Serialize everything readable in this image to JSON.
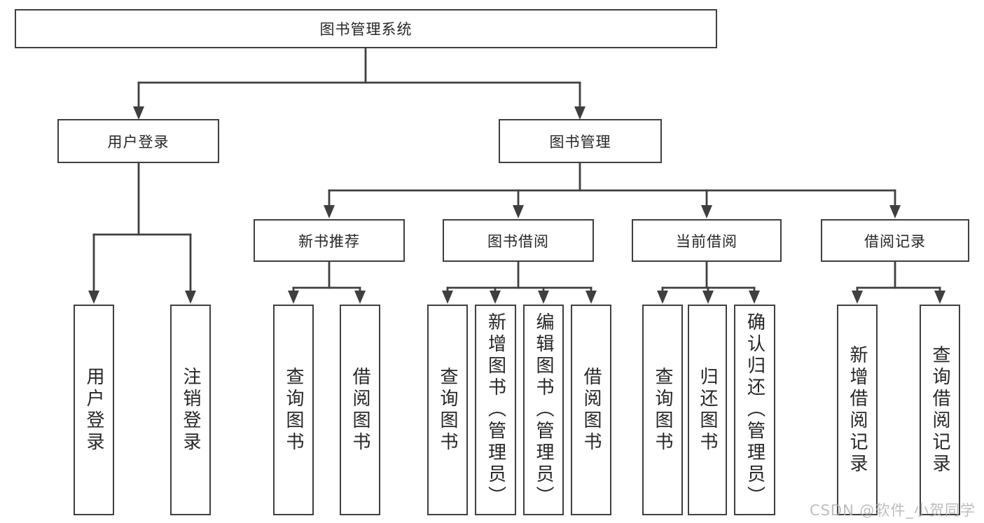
{
  "diagram": {
    "root": {
      "label": "图书管理系统"
    },
    "branches": [
      {
        "label": "用户登录",
        "children": [
          {
            "label": "用户登录"
          },
          {
            "label": "注销登录"
          }
        ]
      },
      {
        "label": "图书管理",
        "children": [
          {
            "label": "新书推荐",
            "children": [
              {
                "label": "查询图书"
              },
              {
                "label": "借阅图书"
              }
            ]
          },
          {
            "label": "图书借阅",
            "children": [
              {
                "label": "查询图书"
              },
              {
                "label": "新增图书（管理员）"
              },
              {
                "label": "编辑图书（管理员）"
              },
              {
                "label": "借阅图书"
              }
            ]
          },
          {
            "label": "当前借阅",
            "children": [
              {
                "label": "查询图书"
              },
              {
                "label": "归还图书"
              },
              {
                "label": "确认归还（管理员）"
              }
            ]
          },
          {
            "label": "借阅记录",
            "children": [
              {
                "label": "新增借阅记录"
              },
              {
                "label": "查询借阅记录"
              }
            ]
          }
        ]
      }
    ]
  },
  "watermark": {
    "text": "CSDN @软件_小贺同学"
  },
  "colors": {
    "line": "#3f3f3f",
    "text": "#262626",
    "watermark": "#b2b2b2",
    "background": "#ffffff"
  }
}
